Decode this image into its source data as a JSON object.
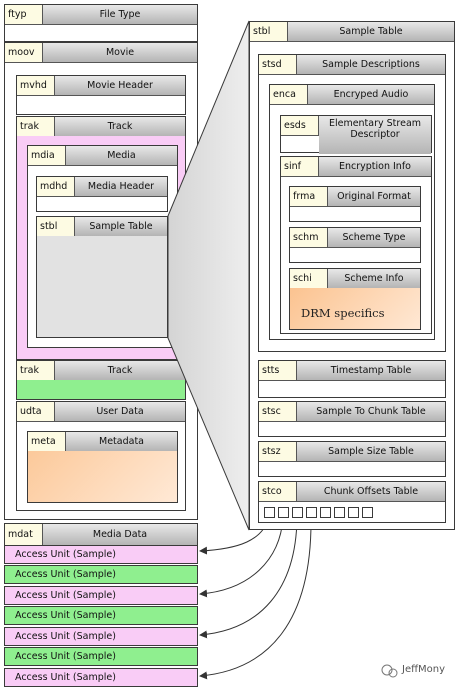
{
  "colors": {
    "pink_bg": "#f9ccf6",
    "green_bg": "#8fef8f",
    "peach": "#fcc99a",
    "grey_fill": "#e2e2e2",
    "tag_bg": "#fdfbe3"
  },
  "boxes": {
    "ftyp": {
      "tag": "ftyp",
      "title": "File Type"
    },
    "moov": {
      "tag": "moov",
      "title": "Movie"
    },
    "mvhd": {
      "tag": "mvhd",
      "title": "Movie Header"
    },
    "trak1": {
      "tag": "trak",
      "title": "Track"
    },
    "mdia": {
      "tag": "mdia",
      "title": "Media"
    },
    "mdhd": {
      "tag": "mdhd",
      "title": "Media Header"
    },
    "stbl_small": {
      "tag": "stbl",
      "title": "Sample Table"
    },
    "trak2": {
      "tag": "trak",
      "title": "Track"
    },
    "udta": {
      "tag": "udta",
      "title": "User Data"
    },
    "meta": {
      "tag": "meta",
      "title": "Metadata"
    },
    "mdat": {
      "tag": "mdat",
      "title": "Media Data"
    },
    "stbl": {
      "tag": "stbl",
      "title": "Sample Table"
    },
    "stsd": {
      "tag": "stsd",
      "title": "Sample Descriptions"
    },
    "enca": {
      "tag": "enca",
      "title": "Encryped Audio"
    },
    "esds": {
      "tag": "esds",
      "title": "Elementary Stream Descriptor"
    },
    "sinf": {
      "tag": "sinf",
      "title": "Encryption Info"
    },
    "frma": {
      "tag": "frma",
      "title": "Original Format"
    },
    "schm": {
      "tag": "schm",
      "title": "Scheme Type"
    },
    "schi": {
      "tag": "schi",
      "title": "Scheme Info"
    },
    "stts": {
      "tag": "stts",
      "title": "Timestamp Table"
    },
    "stsc": {
      "tag": "stsc",
      "title": "Sample To Chunk Table"
    },
    "stsz": {
      "tag": "stsz",
      "title": "Sample Size Table"
    },
    "stco": {
      "tag": "stco",
      "title": "Chunk Offsets Table"
    }
  },
  "drm_label": "DRM specifics",
  "access_units": [
    {
      "label": "Access Unit (Sample)",
      "color": "pink"
    },
    {
      "label": "Access Unit (Sample)",
      "color": "green"
    },
    {
      "label": "Access Unit (Sample)",
      "color": "pink"
    },
    {
      "label": "Access Unit (Sample)",
      "color": "green"
    },
    {
      "label": "Access Unit (Sample)",
      "color": "pink"
    },
    {
      "label": "Access Unit (Sample)",
      "color": "green"
    },
    {
      "label": "Access Unit (Sample)",
      "color": "pink"
    }
  ],
  "watermark": "JeffMony"
}
